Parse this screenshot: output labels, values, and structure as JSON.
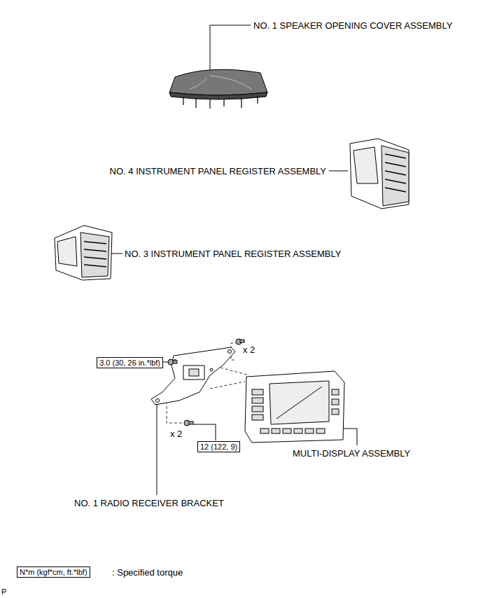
{
  "diagram": {
    "nodes": [
      {
        "text": [
          "3.0 (30, 26 in.*lbf)"
        ]
      },
      {
        "text": [
          "12 (122, 9)"
        ]
      },
      {
        "text": [
          "N*m (kgf*cm, ft.*lbf)"
        ]
      }
    ],
    "labels": [
      "NO. 1 SPEAKER OPENING COVER ASSEMBLY",
      "NO. 4 INSTRUMENT PANEL REGISTER ASSEMBLY",
      "NO. 3 INSTRUMENT PANEL REGISTER ASSEMBLY",
      "x 2",
      "x 2",
      "MULTI-DISPLAY ASSEMBLY",
      "NO. 1 RADIO RECEIVER BRACKET",
      ": Specified torque",
      "P"
    ]
  }
}
